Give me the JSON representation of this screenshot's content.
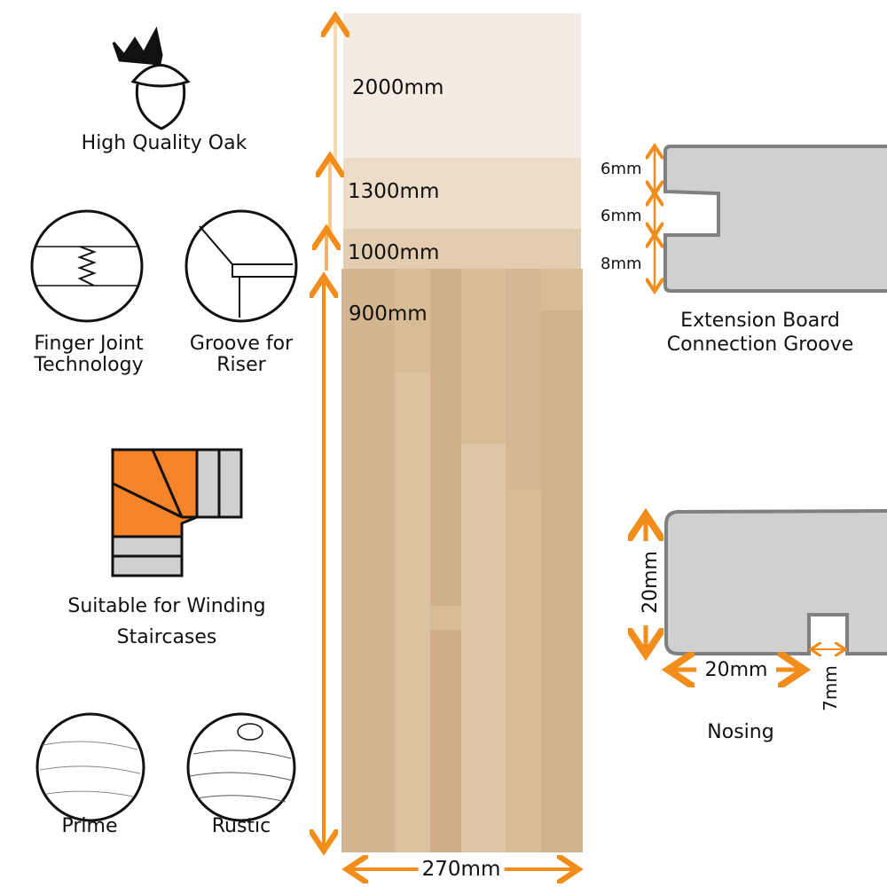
{
  "colors": {
    "accent": "#f28c1a",
    "profile_fill": "#d0d0d0",
    "profile_stroke": "#808080",
    "orange_fill": "#f5832a",
    "oak": "#d9bd97"
  },
  "features": {
    "oak": "High Quality Oak",
    "finger_joint": [
      "Finger Joint",
      "Technology"
    ],
    "groove_riser": [
      "Groove for",
      "Riser"
    ],
    "winding": [
      "Suitable for Winding",
      "Staircases"
    ],
    "prime": "Prime",
    "rustic": "Rustic"
  },
  "board": {
    "lengths": [
      "2000mm",
      "1300mm",
      "1000mm",
      "900mm"
    ],
    "width": "270mm"
  },
  "extension_groove": {
    "dims": [
      "6mm",
      "6mm",
      "8mm"
    ],
    "title": [
      "Extension Board",
      "Connection Groove"
    ]
  },
  "nosing": {
    "height": "20mm",
    "depth": "20mm",
    "groove": "7mm",
    "title": "Nosing"
  }
}
